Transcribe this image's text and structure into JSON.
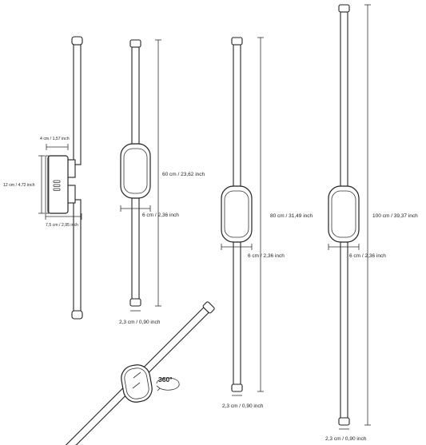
{
  "labels": {
    "side_depth": "4 cm / 1,57 inch",
    "side_height": "12 cm / 4,72 inch",
    "side_base": "7,5 cm /  2,95 inch",
    "length_60": "60 cm / 23,62 inch",
    "length_80": "80 cm / 31,49 inch",
    "length_100": "100 cm / 39,37 inch",
    "width_a": "6 cm / 2,36 inch",
    "width_b": "6 cm / 2,36 inch",
    "width_c": "6 cm / 2,36 inch",
    "diam_a": "2,3 cm / 0,90 inch",
    "diam_b": "2,3 cm / 0,90 inch",
    "diam_c": "2,3 cm / 0,90 inch",
    "rotation": "360°"
  },
  "icons": {
    "rotation": "rotate-360-icon"
  },
  "colors": {
    "line": "#222222",
    "background": "#ffffff"
  }
}
